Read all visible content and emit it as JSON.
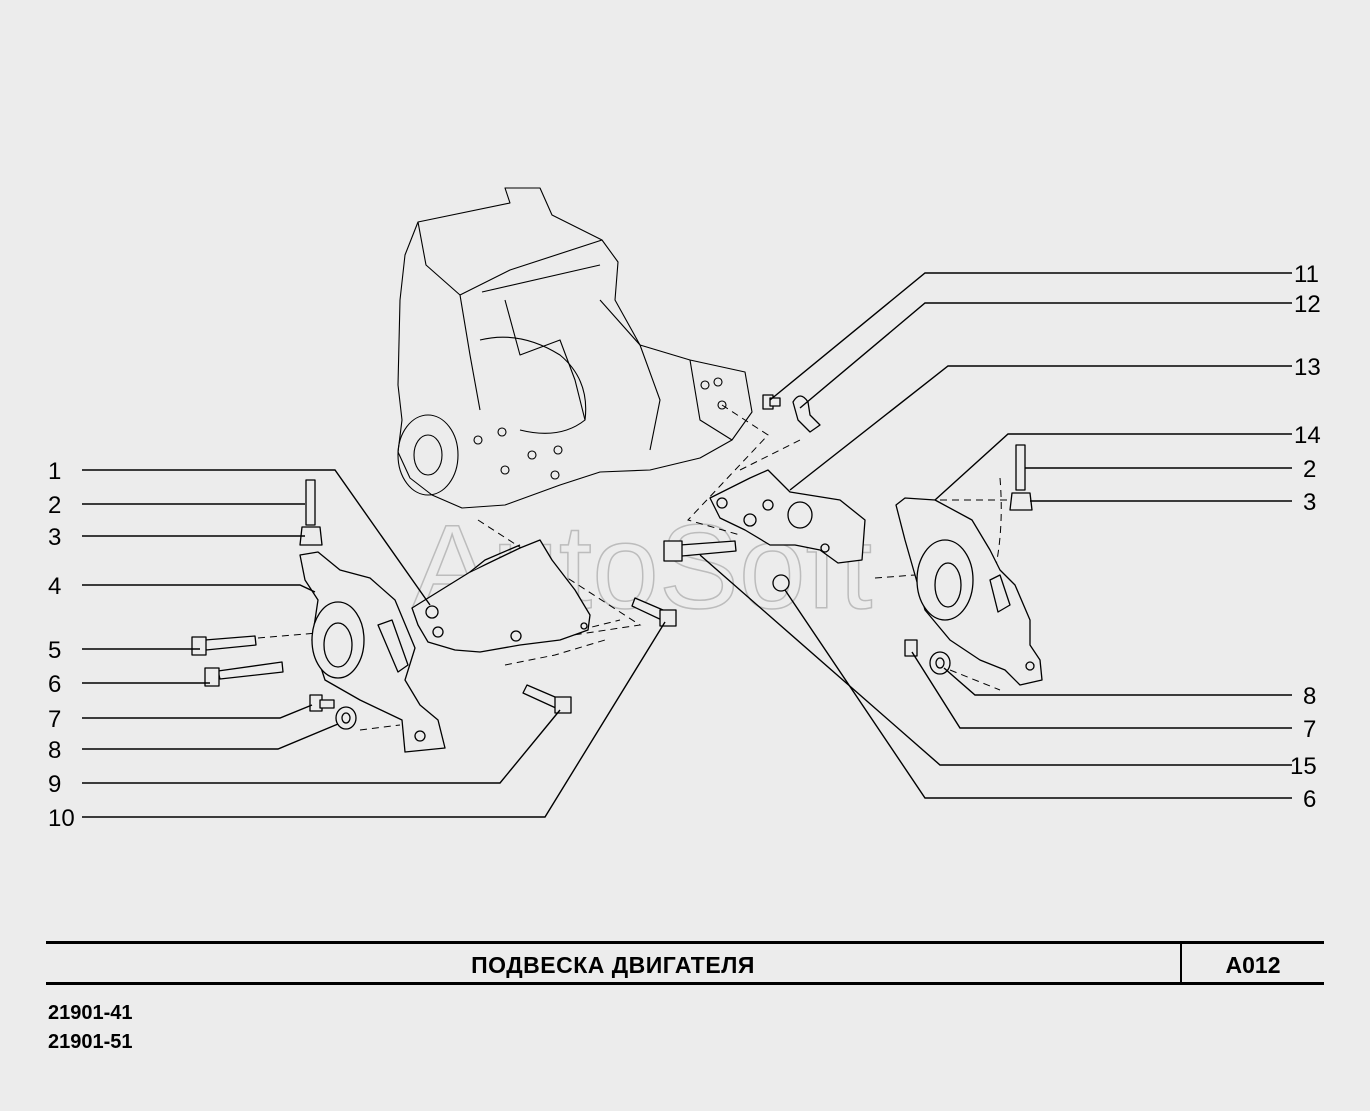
{
  "watermark": "AutoSoft",
  "title": "ПОДВЕСКА   ДВИГАТЕЛЯ",
  "code": "A012",
  "models": [
    "21901-41",
    "21901-51"
  ],
  "callouts_left": [
    "1",
    "2",
    "3",
    "4",
    "5",
    "6",
    "7",
    "8",
    "9",
    "10"
  ],
  "callouts_right": [
    "11",
    "12",
    "13",
    "14",
    "2",
    "3",
    "8",
    "7",
    "15",
    "6"
  ]
}
